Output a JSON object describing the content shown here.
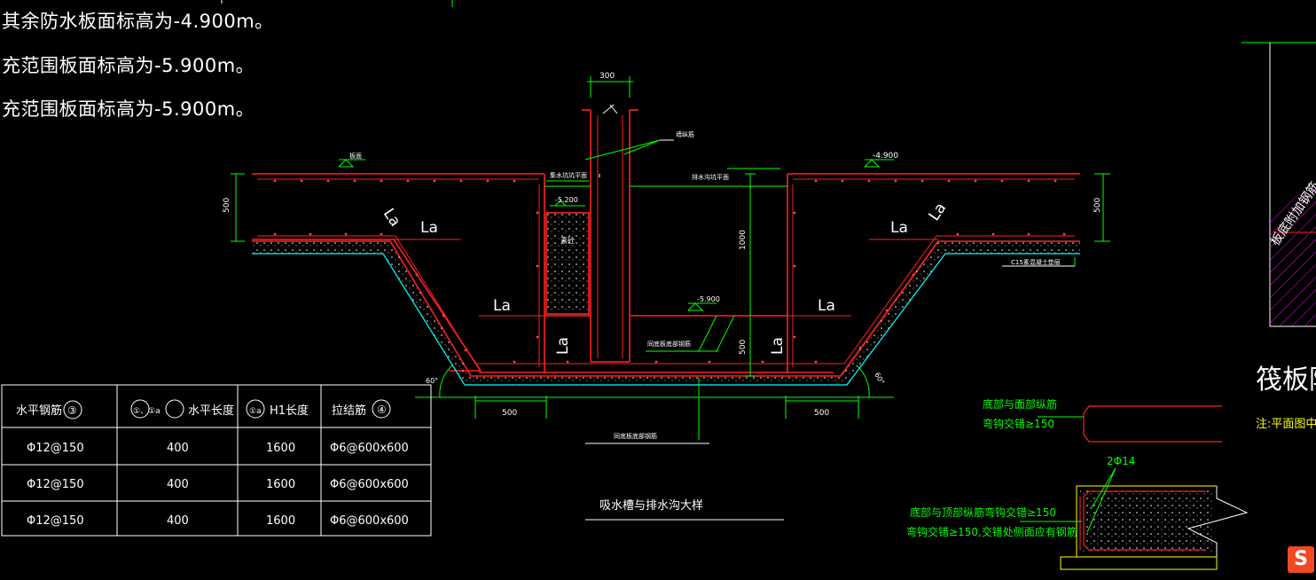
{
  "colors": {
    "background": "#000000",
    "concrete": "#ff0000",
    "dimension": "#00ff00",
    "label": "#ffffff",
    "cushion": "#00ffff",
    "note_yellow": "#ffff00",
    "hatch": "#ff00ff",
    "watermark": "#f04a23"
  },
  "notes": {
    "line_1": "其余防水板面标高为-4.900m。",
    "line_2": "充范围板面标高为-5.900m。",
    "line_3": "充范围板面标高为-5.900m。"
  },
  "drawing": {
    "dim_300": "300",
    "dim_500_left": "500",
    "dim_500_right": "500",
    "dim_1000": "1000",
    "dim_500_vert": "500",
    "dim_500_bottom_left": "500",
    "dim_500_bottom_right": "500",
    "elev_top_left": "板面",
    "elev_top_right": "-4.900",
    "elev_5200": "-5.200",
    "elev_5900": "-5.900",
    "label_wall_rebar": "墙纵筋",
    "label_collect_face": "集水坑坑平面",
    "label_trench_face": "排水沟坑平面",
    "label_fill": "素砼",
    "label_bottom_rebar_1": "同底板底部钢筋",
    "label_bottom_rebar_2": "同底板底部钢筋",
    "label_cushion": "C15素混凝土垫层",
    "angle_left": "60°",
    "angle_right": "60°",
    "la": "La",
    "title": "吸水槽与排水沟大样"
  },
  "table": {
    "headers": [
      "水平钢筋",
      "③",
      "①、①a",
      "水平长度",
      "①a",
      "H1长度",
      "拉结筋",
      "④"
    ],
    "rows": [
      [
        "Φ12@150",
        "400",
        "1600",
        "Φ6@600x600"
      ],
      [
        "Φ12@150",
        "400",
        "1600",
        "Φ6@600x600"
      ],
      [
        "Φ12@150",
        "400",
        "1600",
        "Φ6@600x600"
      ]
    ]
  },
  "right_detail": {
    "heading": "筏板附",
    "note": "注:平面图中“",
    "bottom_top_rebar": "底部与面部纵筋",
    "lap": "弯钩交错≥150",
    "rebar_2phi14": "2Φ14",
    "hook_lap": "底部与顶部纵筋弯钩交错≥150",
    "lap_side": "弯钩交错≥150,交错处侧面应有钢筋",
    "slant_text": "板底附加钢筋"
  },
  "watermark": "S"
}
